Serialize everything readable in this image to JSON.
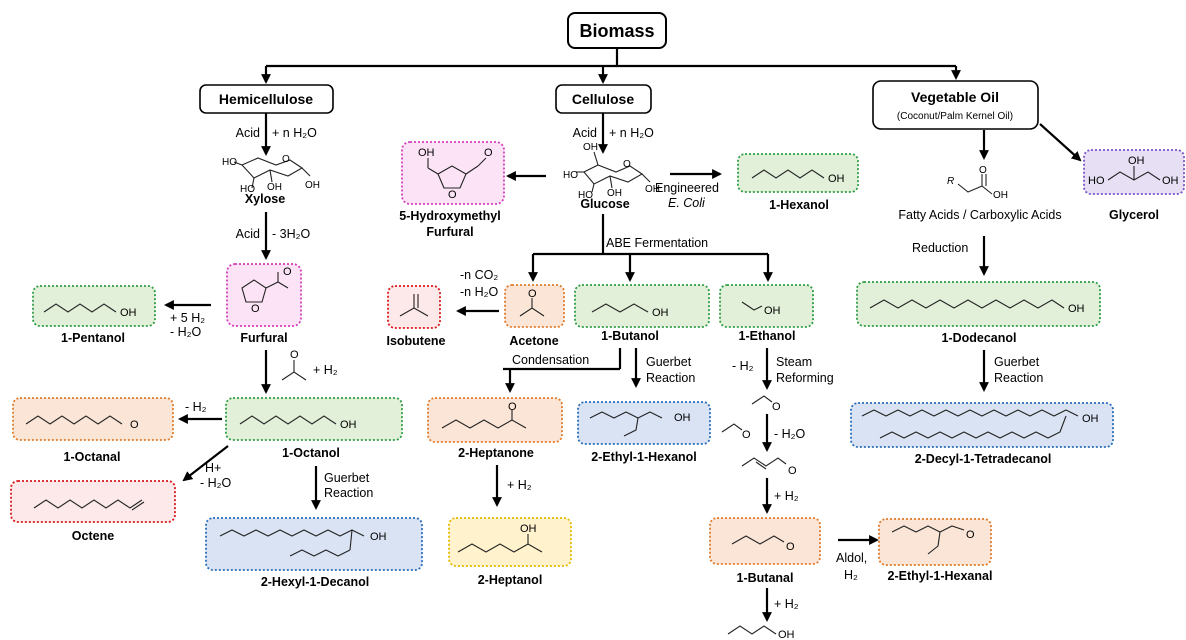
{
  "colors": {
    "green_fill": "#e2f0d9",
    "green_border": "#2e9e44",
    "orange_fill": "#fbe5d6",
    "orange_border": "#e07b2c",
    "blue_fill": "#dae3f3",
    "blue_border": "#2a6ebb",
    "red_fill": "#fde9e9",
    "red_border": "#d9191c",
    "pink_fill": "#fce4f6",
    "pink_border": "#d33ebd",
    "yellow_fill": "#fff2cc",
    "yellow_border": "#e6b800",
    "purple_fill": "#e7e0f5",
    "purple_border": "#7a52c7"
  },
  "top": {
    "biomass": "Biomass"
  },
  "feedstocks": {
    "hemicellulose": "Hemicellulose",
    "cellulose": "Cellulose",
    "veg_oil": "Vegetable Oil",
    "veg_oil_sub": "(Coconut/Palm Kernel Oil)"
  },
  "compounds": {
    "xylose": "Xylose",
    "furfural": "Furfural",
    "pentanol": "1-Pentanol",
    "octanol": "1-Octanol",
    "octanal": "1-Octanal",
    "octene": "Octene",
    "hexyldecanol": "2-Hexyl-1-Decanol",
    "glucose": "Glucose",
    "hmf_line1": "5-Hydroxymethyl",
    "hmf_line2": "Furfural",
    "hexanol": "1-Hexanol",
    "isobutene": "Isobutene",
    "acetone": "Acetone",
    "butanol": "1-Butanol",
    "ethanol": "1-Ethanol",
    "heptanone": "2-Heptanone",
    "ethylhexanol": "2-Ethyl-1-Hexanol",
    "heptanol": "2-Heptanol",
    "butanal": "1-Butanal",
    "ethylhexanal": "2-Ethyl-1-Hexanal",
    "fatty_acids": "Fatty Acids / Carboxylic Acids",
    "glycerol": "Glycerol",
    "dodecanol": "1-Dodecanol",
    "decyltetradecanol": "2-Decyl-1-Tetradecanol"
  },
  "conditions": {
    "hemi_acid": "Acid",
    "hemi_water": "+ n H₂O",
    "xyl_acid": "Acid",
    "xyl_water": "- 3H₂O",
    "furf_h2": "+ 5 H₂",
    "furf_water": "- H₂O",
    "furf_plus_h2": "+ H₂",
    "oct_minus_h2": "- H₂",
    "oct_hplus": "H+",
    "oct_water": "- H₂O",
    "guerbet1": "Guerbet",
    "reaction1": "Reaction",
    "cell_acid": "Acid",
    "cell_water": "+ n H₂O",
    "engineered": "Engineered",
    "ecoli": "E. Coli",
    "abe": "ABE Fermentation",
    "co2": "-n CO₂",
    "h2o_n": "-n H₂O",
    "condensation": "Condensation",
    "guerbet2": "Guerbet",
    "reaction2": "Reaction",
    "eth_minus_h2": "- H₂",
    "steam": "Steam",
    "reforming": "Reforming",
    "ald_water": "- H₂O",
    "ald_h2": "+ H₂",
    "hep_h2": "+ H₂",
    "butanal_h2": "+ H₂",
    "aldol": "Aldol,",
    "aldol_h2": "H₂",
    "reduction": "Reduction",
    "guerbet3": "Guerbet",
    "reaction3": "Reaction"
  },
  "atoms": {
    "OH": "OH",
    "O": "O",
    "HO": "HO"
  }
}
